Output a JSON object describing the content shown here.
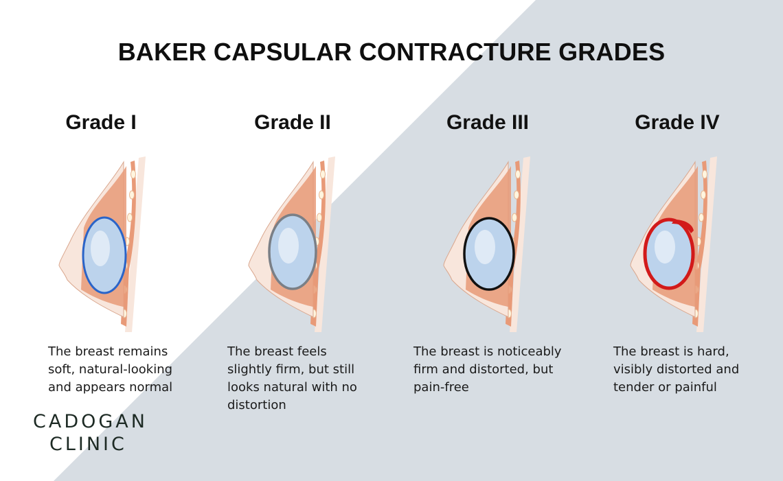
{
  "title": "BAKER CAPSULAR CONTRACTURE GRADES",
  "colors": {
    "background": "#ffffff",
    "diagonal_panel": "#d7dde3",
    "muscle": "#e89a78",
    "skin": "#f8e6dc",
    "implant": "#bcd3ec",
    "capsule_grade_1": "#2a64c8",
    "capsule_grade_2": "#7a7f86",
    "capsule_grade_3": "#111111",
    "capsule_grade_4": "#d21a1a"
  },
  "grades": [
    {
      "title": "Grade I",
      "description": "The breast remains\nsoft, natural-looking\nand appears normal",
      "capsule_icon": "thin-blue-capsule"
    },
    {
      "title": "Grade II",
      "description": "The breast feels\nslightly firm, but still\nlooks natural with no\ndistortion",
      "capsule_icon": "grey-capsule"
    },
    {
      "title": "Grade III",
      "description": "The breast is noticeably\nfirm and distorted, but\npain-free",
      "capsule_icon": "thick-black-capsule"
    },
    {
      "title": "Grade IV",
      "description": "The breast is hard,\nvisibly distorted and\n tender or painful",
      "capsule_icon": "thick-red-capsule"
    }
  ],
  "logo": {
    "line1": "CADOGAN",
    "line2": "CLINIC"
  }
}
